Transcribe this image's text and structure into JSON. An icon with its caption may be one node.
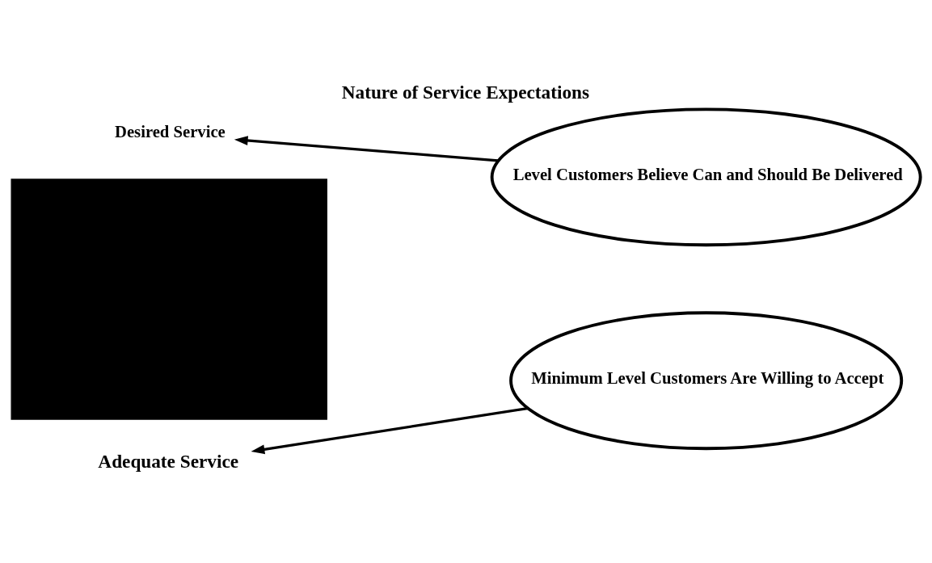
{
  "diagram": {
    "title": "Nature of Service Expectations",
    "nodes": [
      {
        "text": [
          "Desired Service"
        ]
      },
      {
        "text": [],
        "shape": "box"
      },
      {
        "text": [
          "Level Customers Believe Can and Should Be Delivered"
        ]
      },
      {
        "text": [
          "Adequate Service"
        ]
      },
      {
        "text": [
          "Minimum Level Customers Are Willing to Accept"
        ]
      }
    ],
    "edges": [
      {
        "from": 2,
        "to": 0,
        "arrow": "to"
      },
      {
        "from": 4,
        "to": 3,
        "arrow": "to"
      }
    ]
  }
}
